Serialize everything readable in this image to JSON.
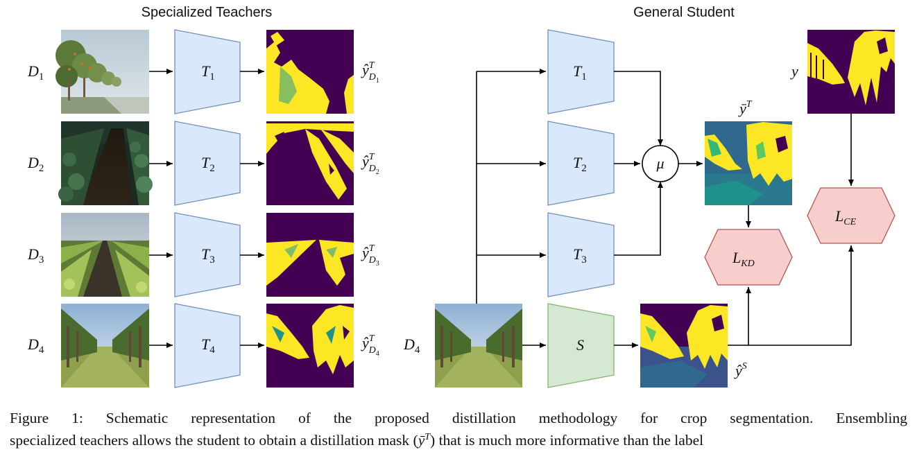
{
  "titles": {
    "left": "Specialized Teachers",
    "right": "General Student"
  },
  "left_rows": [
    {
      "domain": "D",
      "domain_sub": "1",
      "teacher": "T",
      "teacher_sub": "1",
      "pred": "ŷ",
      "pred_sup": "T",
      "pred_sub": "D",
      "pred_sub_sub": "1"
    },
    {
      "domain": "D",
      "domain_sub": "2",
      "teacher": "T",
      "teacher_sub": "2",
      "pred": "ŷ",
      "pred_sup": "T",
      "pred_sub": "D",
      "pred_sub_sub": "2"
    },
    {
      "domain": "D",
      "domain_sub": "3",
      "teacher": "T",
      "teacher_sub": "3",
      "pred": "ŷ",
      "pred_sup": "T",
      "pred_sub": "D",
      "pred_sub_sub": "3"
    },
    {
      "domain": "D",
      "domain_sub": "4",
      "teacher": "T",
      "teacher_sub": "4",
      "pred": "ŷ",
      "pred_sup": "T",
      "pred_sub": "D",
      "pred_sub_sub": "4"
    }
  ],
  "right": {
    "teachers": [
      {
        "label": "T",
        "sub": "1"
      },
      {
        "label": "T",
        "sub": "2"
      },
      {
        "label": "T",
        "sub": "3"
      }
    ],
    "mean_symbol": "μ",
    "mean_mask": {
      "label": "ȳ",
      "sup": "T"
    },
    "label_mask": {
      "label": "y"
    },
    "loss_kd": {
      "label": "L",
      "sub": "KD"
    },
    "loss_ce": {
      "label": "L",
      "sub": "CE"
    },
    "student": {
      "label": "S"
    },
    "student_input": {
      "label": "D",
      "sub": "4"
    },
    "student_pred": {
      "label": "ŷ",
      "sup": "S"
    }
  },
  "caption": {
    "line1": "Figure 1: Schematic representation of the proposed distillation methodology for crop segmentation. Ensembling",
    "line2_before": "specialized teachers allows the student to obtain a distillation mask (",
    "line2_math": "ȳ",
    "line2_sup": "T",
    "line2_after": ") that is much more informative than the label"
  },
  "colors": {
    "teacher_fill": "#dae8fc",
    "teacher_stroke": "#6c8ebf",
    "student_fill": "#d5e8d4",
    "student_stroke": "#82b366",
    "loss_fill": "#f8cecc",
    "loss_stroke": "#b85450",
    "mask_background": "#440154",
    "mask_foreground": "#fde725"
  }
}
